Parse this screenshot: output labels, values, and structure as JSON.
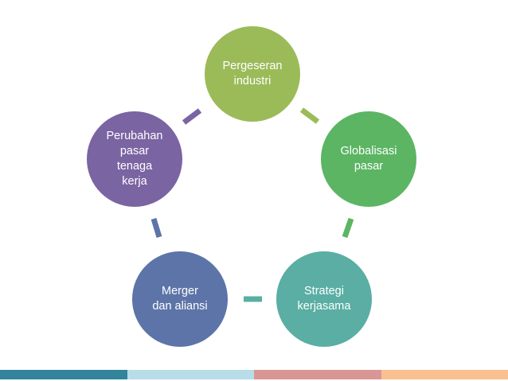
{
  "diagram": {
    "nodes": [
      {
        "label": "Pergeseran\nindustri",
        "color": "#9bbb59"
      },
      {
        "label": "Globalisasi\npasar",
        "color": "#5bb563"
      },
      {
        "label": "Strategi\nkerjasama",
        "color": "#5aaea3"
      },
      {
        "label": "Merger\ndan aliansi",
        "color": "#5d74a8"
      },
      {
        "label": "Perubahan\npasar\ntenaga\nkerja",
        "color": "#7a64a2"
      }
    ],
    "connector_colors": [
      "#9bbb59",
      "#5bb563",
      "#5aaea3",
      "#5d74a8",
      "#7a64a2"
    ]
  },
  "footer_bar": {
    "segments": [
      "#31849b",
      "#b7dde8",
      "#d99694",
      "#fac090"
    ]
  }
}
